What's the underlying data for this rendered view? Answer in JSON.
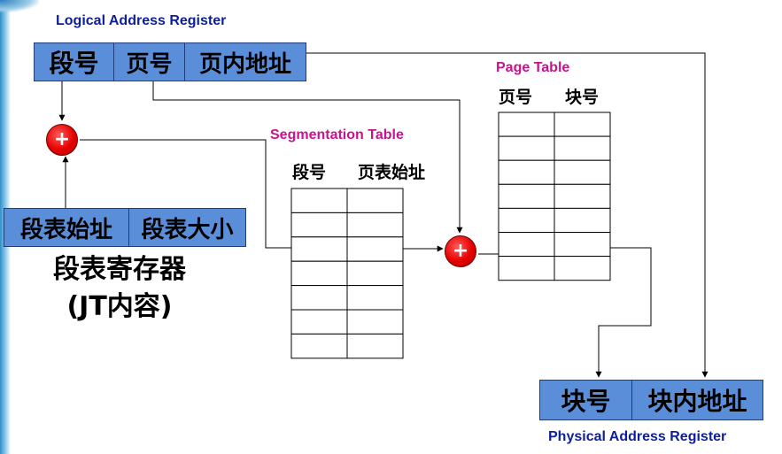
{
  "logical_register": {
    "caption": "Logical Address Register",
    "fields": [
      "段号",
      "页号",
      "页内地址"
    ]
  },
  "segment_table_register": {
    "fields": [
      "段表始址",
      "段表大小"
    ],
    "label_line1": "段表寄存器",
    "label_line2": "(JT内容)"
  },
  "segmentation_table": {
    "caption": "Segmentation Table",
    "headers": [
      "段号",
      "页表始址"
    ],
    "row_count": 7,
    "highlight_row": 2
  },
  "page_table": {
    "caption": "Page Table",
    "headers": [
      "页号",
      "块号"
    ],
    "row_count": 7,
    "highlight_row": 5
  },
  "physical_register": {
    "caption": "Physical Address Register",
    "fields": [
      "块号",
      "块内地址"
    ]
  },
  "adder_symbol": "+",
  "colors": {
    "register_fill": "#5b8ed8",
    "caption_blue": "#0d1f9c",
    "caption_pink": "#c8148c",
    "adder_red": "#e60000"
  }
}
